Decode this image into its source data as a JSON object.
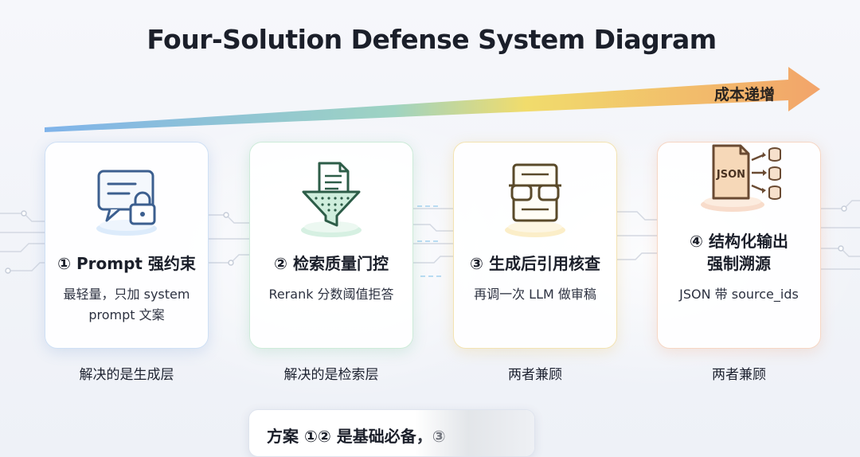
{
  "title": "Four-Solution Defense System Diagram",
  "cost_label": "成本递增",
  "colors": {
    "arrow_start": "#7fb3ea",
    "arrow_mid": "#f1dc6c",
    "arrow_end": "#f2a46a",
    "card1_accent": "#5b8fd6",
    "card2_accent": "#54b488",
    "card3_accent": "#e6b43a",
    "card4_accent": "#e88e5a"
  },
  "cards": [
    {
      "icon": "chat-lock-icon",
      "title": "① Prompt 强约束",
      "desc_line1": "最轻量，只加 system",
      "desc_line2": "prompt 文案",
      "below": "解决的是生成层"
    },
    {
      "icon": "document-filter-icon",
      "title": "② 检索质量门控",
      "desc_line1": "Rerank 分数阈值拒答",
      "below": "解决的是检索层"
    },
    {
      "icon": "reviewer-document-icon",
      "title": "③ 生成后引用核查",
      "desc_line1": "再调一次 LLM 做审稿",
      "below": "两者兼顾"
    },
    {
      "icon": "json-database-icon",
      "icon_text": "JSON",
      "title_line1": "④ 结构化输出",
      "title_line2": "强制溯源",
      "desc_line1": "JSON 带 source_ids",
      "below": "两者兼顾"
    }
  ],
  "bottom_note": "方案 ①② 是基础必备，③"
}
